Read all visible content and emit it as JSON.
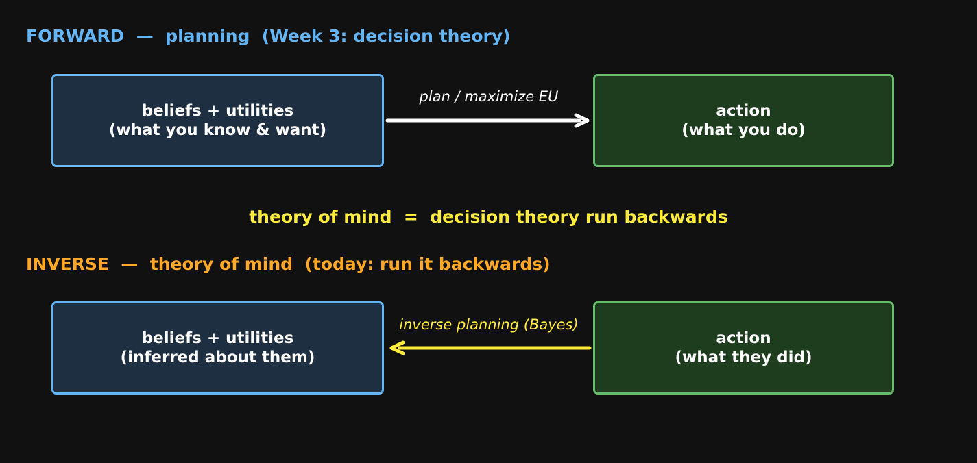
{
  "forward": {
    "heading": "FORWARD  —  planning  (Week 3: decision theory)",
    "left_box": {
      "line1": "beliefs + utilities",
      "line2": "(what you know & want)"
    },
    "right_box": {
      "line1": "action",
      "line2": "(what you do)"
    },
    "arrow_label": "plan / maximize EU",
    "arrow_direction": "left-to-right"
  },
  "caption": "theory of mind  =  decision theory run backwards",
  "inverse": {
    "heading": "INVERSE  —  theory of mind  (today: run it backwards)",
    "left_box": {
      "line1": "beliefs + utilities",
      "line2": "(inferred about them)"
    },
    "right_box": {
      "line1": "action",
      "line2": "(what they did)"
    },
    "arrow_label": "inverse planning (Bayes)",
    "arrow_direction": "right-to-left"
  },
  "colors": {
    "background": "#111111",
    "forward_heading": "#64b5f6",
    "inverse_heading": "#ffa726",
    "caption": "#ffeb3b",
    "belief_box_fill": "#1f2f42",
    "belief_box_border": "#64b5f6",
    "action_box_fill": "#1e3d1f",
    "action_box_border": "#66bb6a",
    "forward_arrow": "#ffffff",
    "inverse_arrow": "#ffeb3b"
  }
}
